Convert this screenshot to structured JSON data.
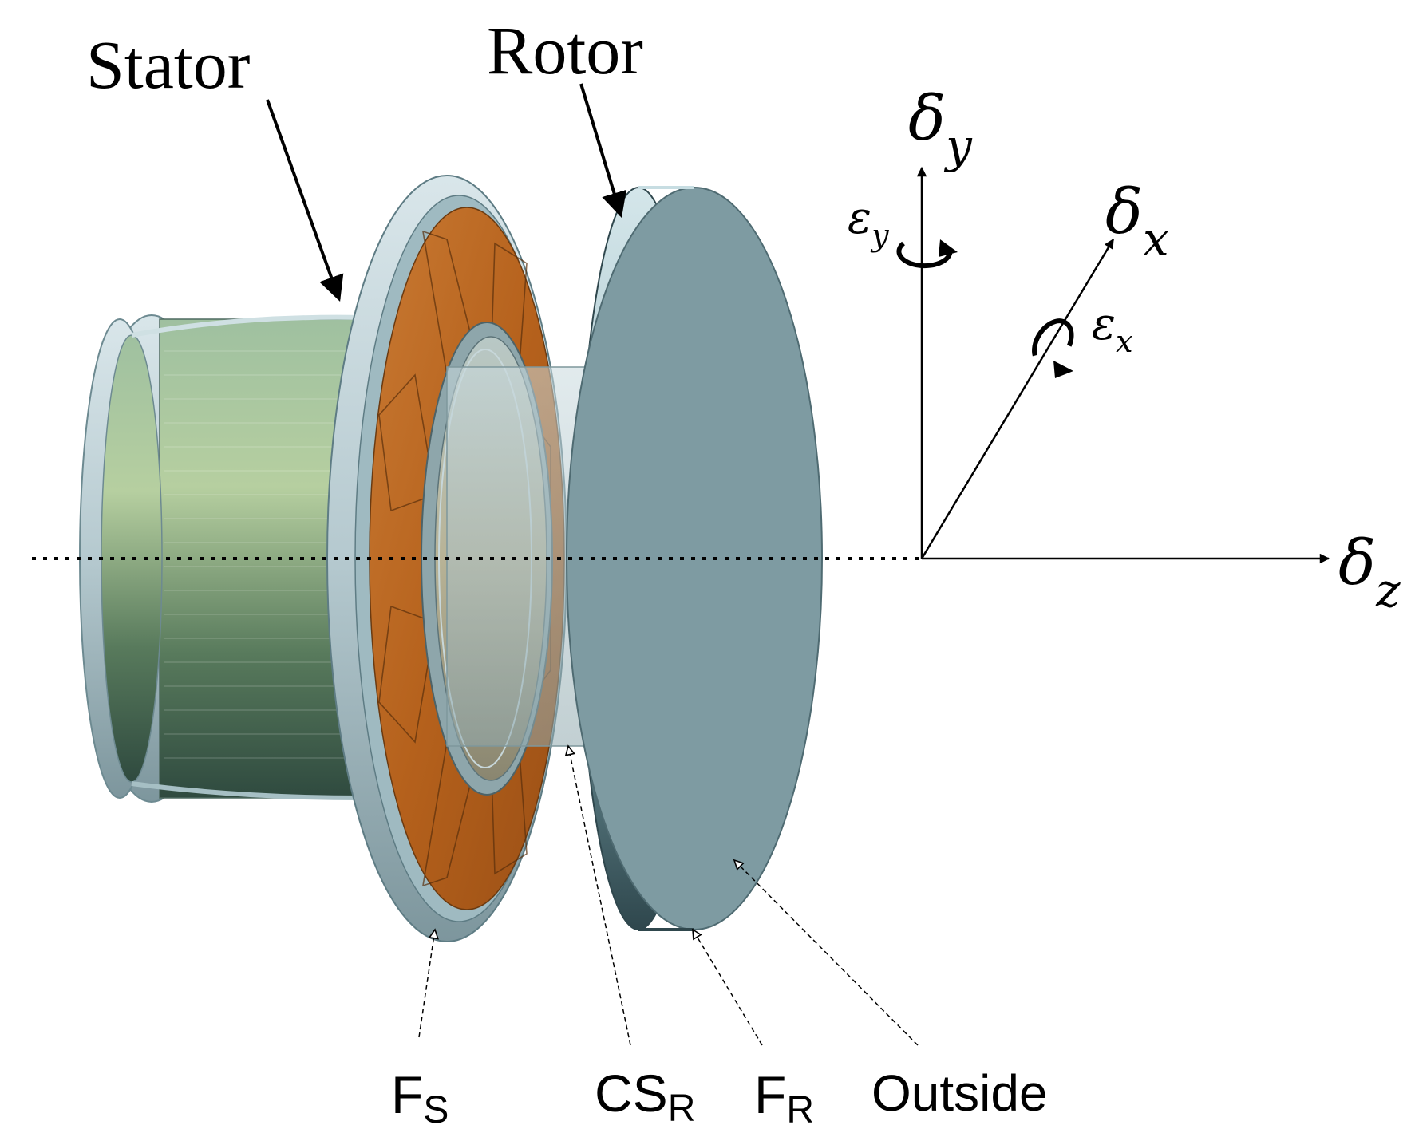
{
  "labels": {
    "stator": "Stator",
    "rotor": "Rotor",
    "fs": {
      "main": "F",
      "sub": "S"
    },
    "csr": {
      "main": "CS",
      "sub": "R"
    },
    "fr": {
      "main": "F",
      "sub": "R"
    },
    "outside": "Outside"
  },
  "axes": {
    "dy": {
      "symbol": "δ",
      "sub": "y"
    },
    "dx": {
      "symbol": "δ",
      "sub": "x"
    },
    "dz": {
      "symbol": "δ",
      "sub": "z"
    },
    "ey": {
      "symbol": "ε",
      "sub": "y"
    },
    "ex": {
      "symbol": "ε",
      "sub": "x"
    }
  },
  "colors": {
    "stator_body": "#7f9a6e",
    "stator_flange": "#b7ccd3",
    "coil_copper": "#b8641f",
    "rotor_face": "#7e9ba2",
    "rotor_rim": "#b4cfd6",
    "rotor_edge_dark": "#3f5a60",
    "ink": "#000000"
  }
}
